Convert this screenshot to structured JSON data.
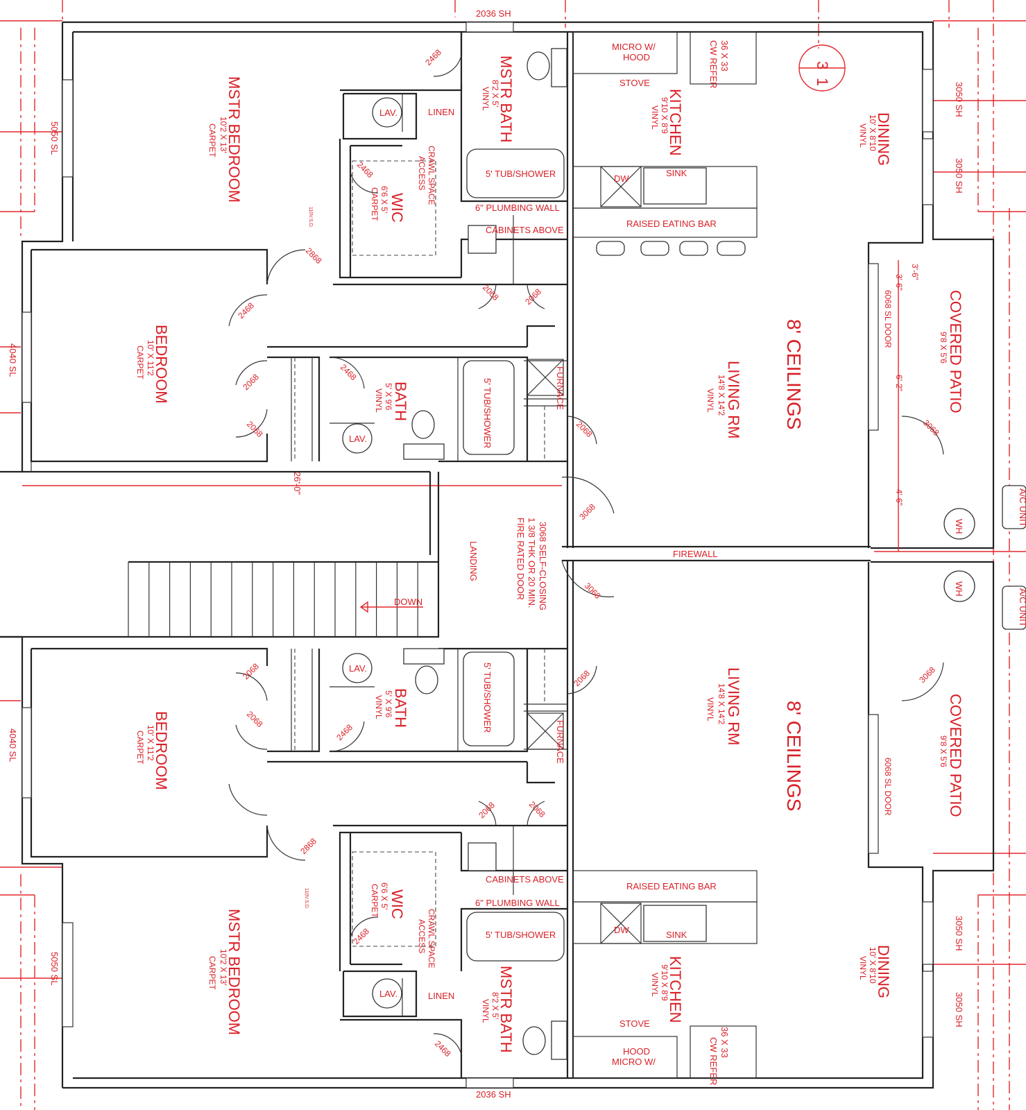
{
  "labels": {
    "unit_a": {
      "mstr_bedroom": "MSTR BEDROOM",
      "mstr_bedroom_size": "10'2 X 13'",
      "mstr_bedroom_floor": "CARPET",
      "mstr_bath": "MSTR BATH",
      "mstr_bath_size": "8'2 X 5'",
      "mstr_bath_floor": "VINYL",
      "wic": "WIC",
      "wic_size": "6'6 X 5'",
      "wic_floor": "CARPET",
      "crawl": "CRAWL SPACE",
      "crawl2": "ACCESS",
      "linen": "LINEN",
      "lav": "LAV.",
      "lav2": "LAV.",
      "tub1": "5' TUB/SHOWER",
      "tub2": "5' TUB/SHOWER",
      "plumbing": "6\" PLUMBING WALL",
      "cabinets": "CABINETS ABOVE",
      "kitchen": "KITCHEN",
      "kitchen_size": "9'10 X 8'9",
      "kitchen_floor": "VINYL",
      "micro": "MICRO W/",
      "hood": "HOOD",
      "stove": "STOVE",
      "refer": "36 X 33",
      "refer2": "CW REFER",
      "dw": "DW",
      "sink": "SINK",
      "eating_bar": "RAISED EATING BAR",
      "dining": "DINING",
      "dining_size": "10' X 8'10",
      "dining_floor": "VINYL",
      "living": "LIVING RM",
      "living_size": "14'8 X 14'2",
      "living_floor": "VINYL",
      "ceilings": "8' CEILINGS",
      "patio": "COVERED PATIO",
      "patio_size": "9'8 X 5'6",
      "sl_door": "6068 SL DOOR",
      "bedroom": "BEDROOM",
      "bedroom_size": "10' X 11'2",
      "bedroom_floor": "CARPET",
      "bath": "BATH",
      "bath_size": "5' X 9'6",
      "bath_floor": "VINYL",
      "furnace": "FURNACE",
      "wh": "WH",
      "ac": "A/C UNIT",
      "smoke": "110V.S.D."
    },
    "unit_b": {
      "mstr_bedroom": "MSTR BEDROOM",
      "mstr_bedroom_size": "10'2 X 13'",
      "mstr_bedroom_floor": "CARPET",
      "mstr_bath": "MSTR BATH",
      "mstr_bath_size": "8'2 X 5'",
      "mstr_bath_floor": "VINYL",
      "wic": "WIC",
      "wic_size": "6'6 X 5'",
      "wic_floor": "CARPET",
      "crawl": "CRAWL SPACE",
      "crawl2": "ACCESS",
      "linen": "LINEN",
      "lav": "LAV.",
      "lav2": "LAV.",
      "tub1": "5' TUB/SHOWER",
      "tub2": "5' TUB/SHOWER",
      "plumbing": "6\" PLUMBING WALL",
      "cabinets": "CABINETS ABOVE",
      "kitchen": "KITCHEN",
      "kitchen_size": "9'10 X 8'9",
      "kitchen_floor": "VINYL",
      "micro": "MICRO W/",
      "hood": "HOOD",
      "stove": "STOVE",
      "refer": "36 X 33",
      "refer2": "CW REFER",
      "dw": "DW",
      "sink": "SINK",
      "eating_bar": "RAISED EATING BAR",
      "dining": "DINING",
      "dining_size": "10' X 8'10",
      "dining_floor": "VINYL",
      "living": "LIVING RM",
      "living_size": "14'8 X 14'2",
      "living_floor": "VINYL",
      "ceilings": "8' CEILINGS",
      "patio": "COVERED PATIO",
      "patio_size": "9'8 X 5'6",
      "sl_door": "6068 SL DOOR",
      "bedroom": "BEDROOM",
      "bedroom_size": "10' X 11'2",
      "bedroom_floor": "CARPET",
      "bath": "BATH",
      "bath_size": "5' X 9'6",
      "bath_floor": "VINYL",
      "furnace": "FURNACE",
      "wh": "WH",
      "ac": "A/C UNIT",
      "smoke": "110V.S.D."
    },
    "shared": {
      "landing": "LANDING",
      "down": "DOWN",
      "firewall": "FIREWALL",
      "fire_door_1": "3068 SELF-CLOSING",
      "fire_door_2": "1 3/8 THK OR 20 MIN.",
      "fire_door_3": "FIRE RATED DOOR",
      "dim_26": "26'-0\"",
      "dim_3_6a": "3'-6\"",
      "dim_3_6b": "3'-6\"",
      "dim_6_2": "6'-2\"",
      "dim_4_6": "4'-6\"",
      "section_top": "3",
      "section_bottom": "1"
    },
    "windows": {
      "w_top": "2036 SH",
      "w_bottom": "2036 SH",
      "w_left1": "5050 SL",
      "w_left2": "4040 SL",
      "w_left3": "4040 SL",
      "w_left4": "5050 SL",
      "w_r1": "3050 SH",
      "w_r2": "3050 SH",
      "w_r3": "3050 SH",
      "w_r4": "3050 SH"
    },
    "doors": {
      "d2468": "2468",
      "d2868": "2868",
      "d2068": "2068",
      "d3068": "3068"
    }
  }
}
